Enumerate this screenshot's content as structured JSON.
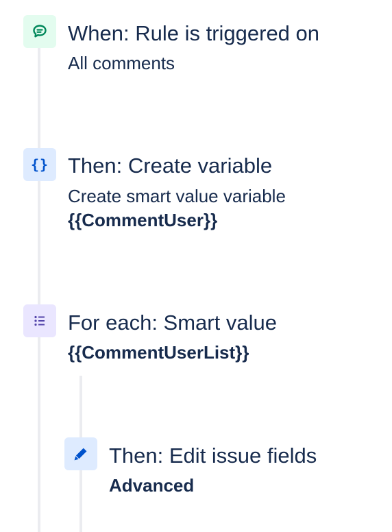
{
  "steps": [
    {
      "title": "When: Rule is triggered on",
      "lines": [
        "All comments"
      ],
      "icon": "comment-icon",
      "color": "#00875a",
      "bg": "#e3fcef"
    },
    {
      "title": "Then: Create variable",
      "lines": [
        "Create smart value variable",
        "{{CommentUser}}"
      ],
      "icon": "braces-icon",
      "icon_glyph": "{}",
      "color": "#0052cc",
      "bg": "#deebff"
    },
    {
      "title": "For each: Smart value",
      "lines": [
        "{{CommentUserList}}"
      ],
      "icon": "list-icon",
      "color": "#5243aa",
      "bg": "#eae6ff"
    },
    {
      "title": "Then: Edit issue fields",
      "lines": [
        "Advanced"
      ],
      "icon": "pencil-icon",
      "color": "#0052cc",
      "bg": "#deebff"
    }
  ],
  "colors": {
    "text": "#172b4d",
    "rail": "#ebecf0"
  }
}
